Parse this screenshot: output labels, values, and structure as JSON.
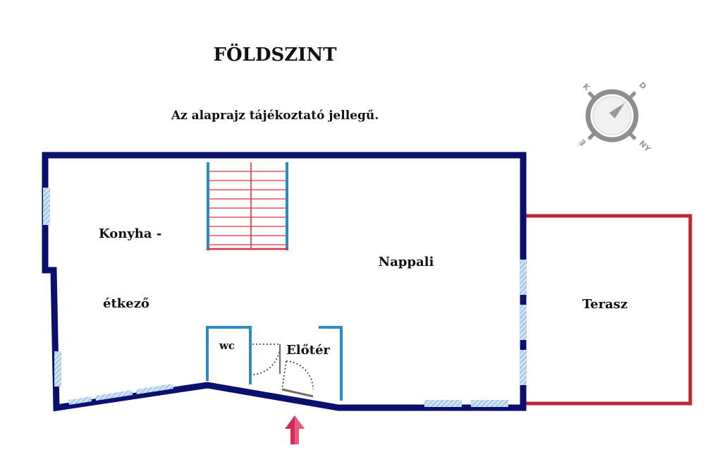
{
  "title": "FÖLDSZINT",
  "subtitle": "Az alaprajz tájékoztató jellegű.",
  "rooms": {
    "kitchen_line1": "Konyha -",
    "kitchen_line2": "étkező",
    "living": "Nappali",
    "wc": "wc",
    "hall": "Előtér",
    "terrace": "Terasz"
  },
  "compass": {
    "letters": {
      "north": "É",
      "east": "K",
      "south": "D",
      "west": "NY"
    }
  },
  "colors": {
    "wall": "#0b0f6e",
    "window": "#9cc3e6",
    "partition": "#2b8cc4",
    "stairs": "#e0303a",
    "terrace": "#c0282f",
    "entrance_arrow": "#d22d5a",
    "compass_ring": "#8e8e8e",
    "compass_needle_north": "#d0245a"
  },
  "icons": [
    "compass-icon",
    "entrance-arrow-icon",
    "door-swing-icon"
  ]
}
